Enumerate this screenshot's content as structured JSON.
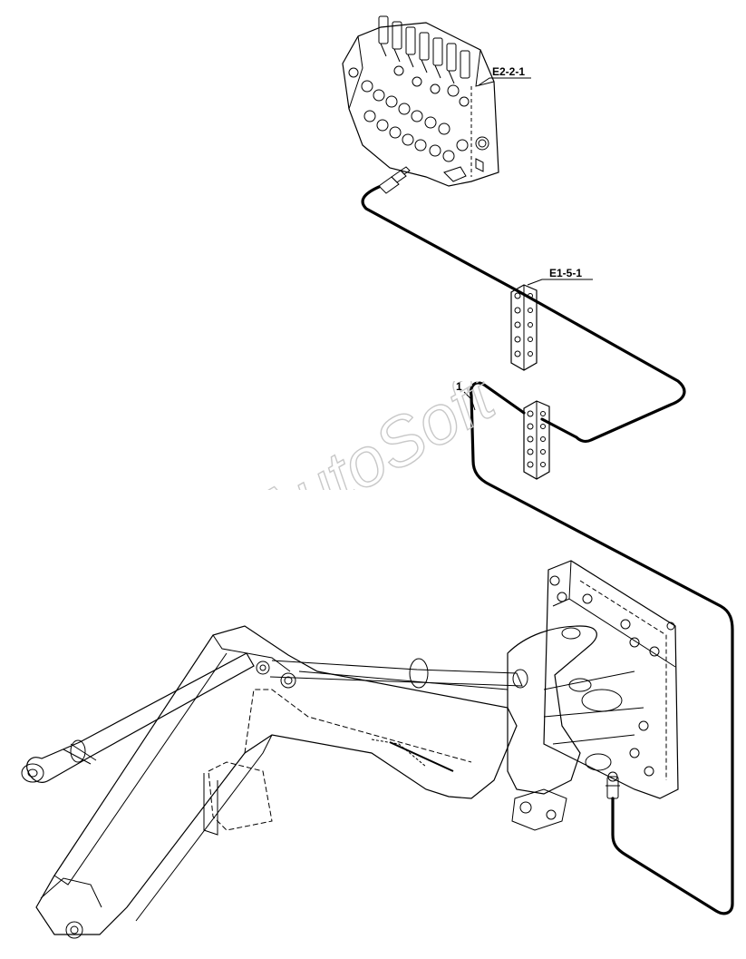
{
  "callouts": {
    "valve_block": "E2-2-1",
    "upper_connector": "E1-5-1",
    "item": "1"
  },
  "watermark": "AutoSoft",
  "colors": {
    "line": "#000000",
    "background": "#ffffff",
    "watermark_stroke": "#c8c8c8"
  }
}
